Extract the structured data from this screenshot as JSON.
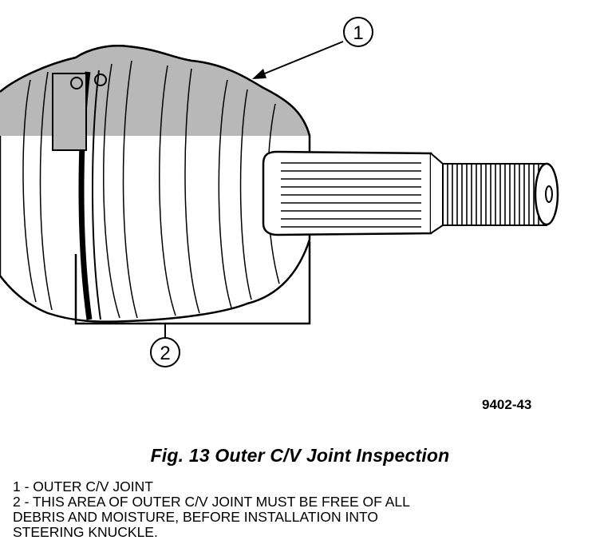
{
  "callouts": [
    {
      "number": "1"
    },
    {
      "number": "2"
    }
  ],
  "figure_code": "9402-43",
  "caption": "Fig. 13 Outer C/V Joint Inspection",
  "legend": [
    "1 - OUTER C/V JOINT",
    "2 - THIS AREA OF OUTER C/V JOINT MUST BE FREE OF ALL",
    "DEBRIS AND MOISTURE, BEFORE INSTALLATION INTO",
    "STEERING KNUCKLE."
  ]
}
